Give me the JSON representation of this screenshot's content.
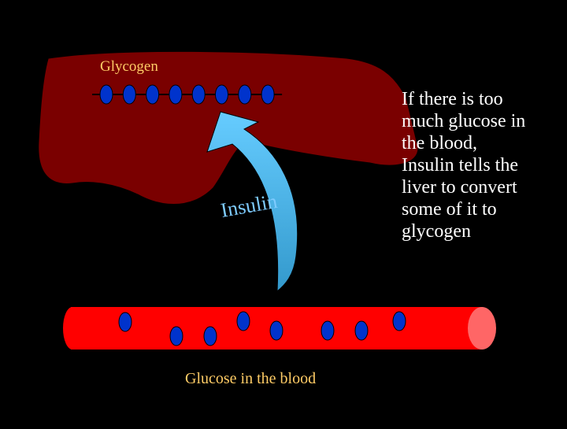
{
  "diagram": {
    "liver_label": "Glycogen",
    "hormone_label": "Insulin",
    "blood_label": "Glucose in the blood",
    "explanation_lines": [
      "If there is too",
      "much glucose in",
      "the blood,",
      "Insulin tells the",
      "liver to convert",
      "some of it to",
      "glycogen"
    ],
    "glycogen_chain_units": 8,
    "free_glucose_units": 8
  },
  "colors": {
    "background": "#000000",
    "liver": "#7a0000",
    "blood_vessel": "#ff0000",
    "vessel_opening": "#ff6666",
    "glucose_unit": "#0033cc",
    "label_text": "#ffcc66",
    "explanation_text": "#ffffff",
    "arrow_top": "#66ccff",
    "arrow_bottom": "#3399cc",
    "insulin_text": "#7ecbff"
  }
}
